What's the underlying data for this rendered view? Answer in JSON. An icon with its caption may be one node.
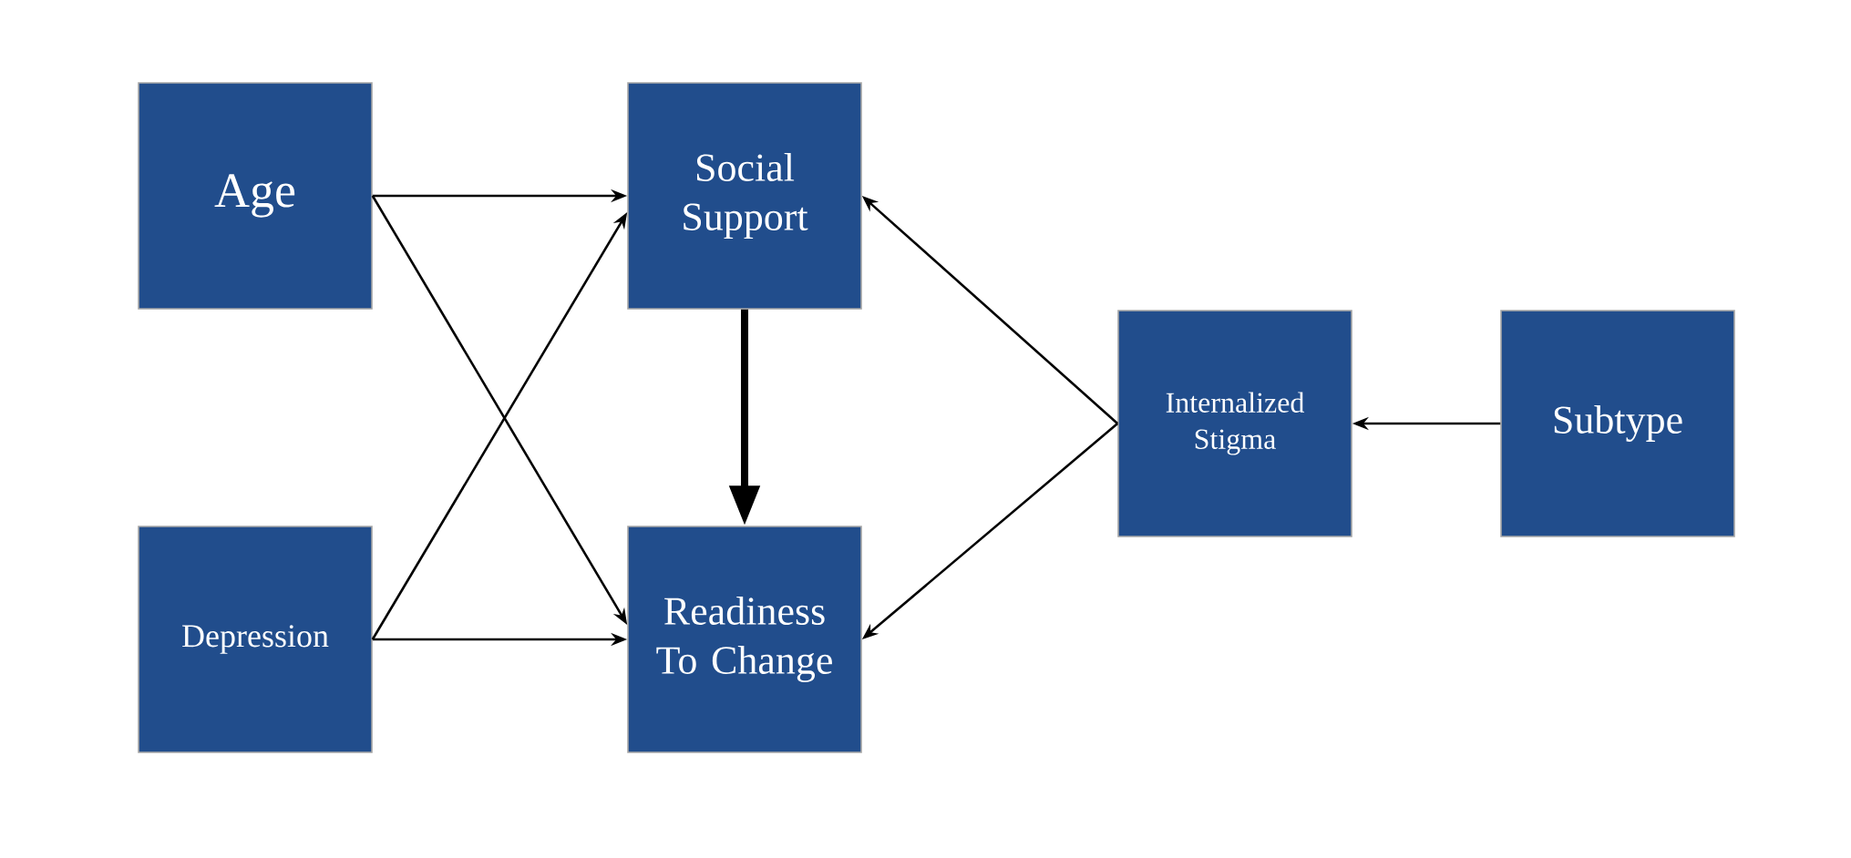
{
  "diagram": {
    "nodes": [
      {
        "text": [
          "Age"
        ]
      },
      {
        "text": [
          "Social Support"
        ]
      },
      {
        "text": [
          "Depression"
        ]
      },
      {
        "text": [
          "Readiness To Change"
        ]
      },
      {
        "text": [
          "Internalized Stigma"
        ]
      },
      {
        "text": [
          "Subtype"
        ]
      }
    ],
    "edges": [
      {
        "from": 0,
        "to": 1,
        "arrow": "to"
      },
      {
        "from": 0,
        "to": 3,
        "arrow": "to"
      },
      {
        "from": 2,
        "to": 1,
        "arrow": "to"
      },
      {
        "from": 2,
        "to": 3,
        "arrow": "to"
      },
      {
        "from": 1,
        "to": 3,
        "arrow": "to",
        "style": "thick"
      },
      {
        "from": 4,
        "to": 1,
        "arrow": "to"
      },
      {
        "from": 4,
        "to": 3,
        "arrow": "to"
      },
      {
        "from": 5,
        "to": 4,
        "arrow": "to"
      }
    ]
  }
}
